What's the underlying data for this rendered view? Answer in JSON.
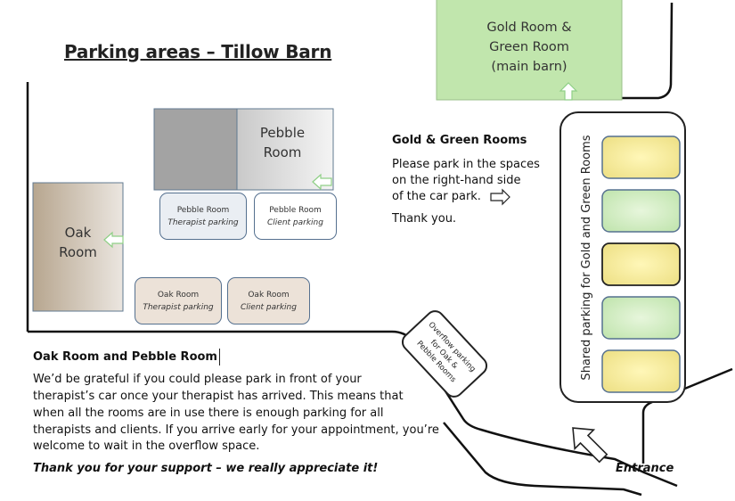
{
  "title": "Parking areas – Tillow Barn",
  "gold_room": {
    "lines": [
      "Gold Room &",
      "Green Room",
      "(main barn)"
    ]
  },
  "pebble_room": {
    "lines": [
      "Pebble",
      "Room"
    ]
  },
  "oak_room": {
    "lines": [
      "Oak",
      "Room"
    ]
  },
  "pebble_therapist": {
    "title": "Pebble Room",
    "sub": "Therapist parking"
  },
  "pebble_client": {
    "title": "Pebble Room",
    "sub": "Client parking"
  },
  "oak_therapist": {
    "title": "Oak Room",
    "sub": "Therapist parking"
  },
  "oak_client": {
    "title": "Oak Room",
    "sub": "Client parking"
  },
  "gold_green_info": {
    "heading": "Gold & Green Rooms",
    "lines": [
      "Please park in the spaces",
      "on the right-hand side",
      "of the car park."
    ],
    "thanks": "Thank you."
  },
  "shared_parking": {
    "label": "Shared parking for Gold and Green Rooms",
    "spaces": [
      {
        "color": "#f7f0a6"
      },
      {
        "color": "#d5efc7"
      },
      {
        "color": "#f7f0a6"
      },
      {
        "color": "#d5efc7"
      },
      {
        "color": "#f7f0a6"
      }
    ]
  },
  "overflow": {
    "lines": [
      "Overflow parking",
      "for Oak &",
      "Pebble Rooms"
    ]
  },
  "oak_pebble_info": {
    "heading": "Oak Room and Pebble Room",
    "lines": [
      "We’d be grateful if you could please park in front of your",
      "therapist’s car once your therapist has arrived. This means that",
      "when all the rooms are in use there is enough parking for all",
      "therapists and clients. If you arrive early for your appointment, you’re",
      "welcome to wait in the overflow space."
    ],
    "thanks": "Thank you for your support – we really appreciate it!"
  },
  "entrance": "Entrance"
}
